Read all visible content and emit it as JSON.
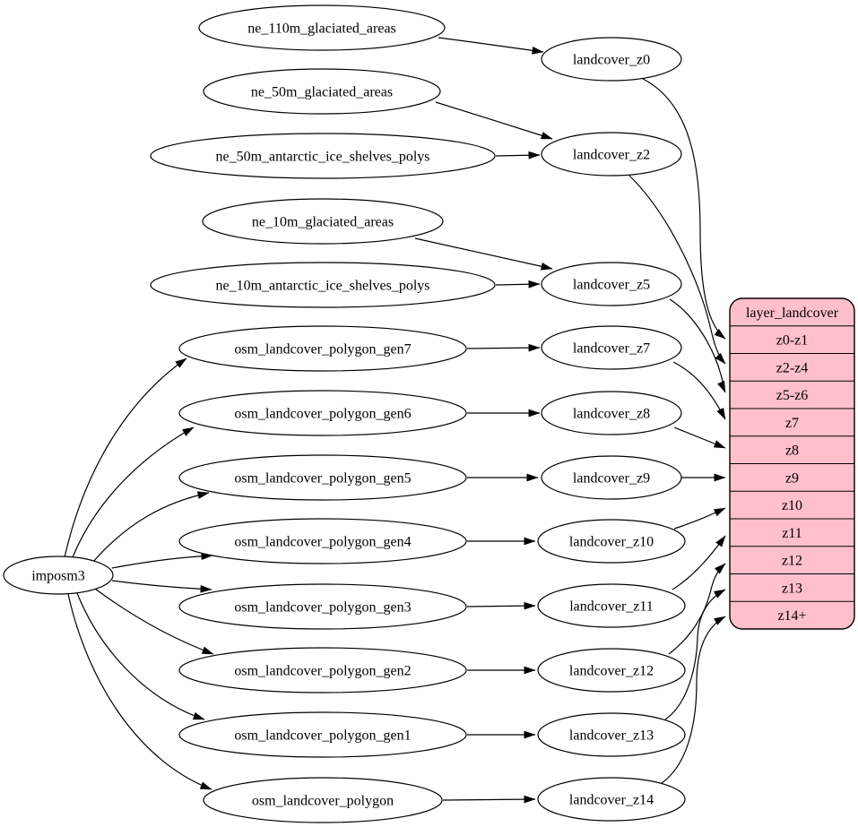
{
  "diagram": {
    "kind": "dependency-graph",
    "colors": {
      "record_fill": "#ffc0cb",
      "node_fill": "#ffffff",
      "stroke": "#000000",
      "text": "#000000"
    },
    "nodes": {
      "importer": {
        "label": "imposm3"
      },
      "sources": [
        {
          "label": "ne_110m_glaciated_areas"
        },
        {
          "label": "ne_50m_glaciated_areas"
        },
        {
          "label": "ne_50m_antarctic_ice_shelves_polys"
        },
        {
          "label": "ne_10m_glaciated_areas"
        },
        {
          "label": "ne_10m_antarctic_ice_shelves_polys"
        },
        {
          "label": "osm_landcover_polygon_gen7"
        },
        {
          "label": "osm_landcover_polygon_gen6"
        },
        {
          "label": "osm_landcover_polygon_gen5"
        },
        {
          "label": "osm_landcover_polygon_gen4"
        },
        {
          "label": "osm_landcover_polygon_gen3"
        },
        {
          "label": "osm_landcover_polygon_gen2"
        },
        {
          "label": "osm_landcover_polygon_gen1"
        },
        {
          "label": "osm_landcover_polygon"
        }
      ],
      "zoom_views": [
        {
          "label": "landcover_z0"
        },
        {
          "label": "landcover_z2"
        },
        {
          "label": "landcover_z5"
        },
        {
          "label": "landcover_z7"
        },
        {
          "label": "landcover_z8"
        },
        {
          "label": "landcover_z9"
        },
        {
          "label": "landcover_z10"
        },
        {
          "label": "landcover_z11"
        },
        {
          "label": "landcover_z12"
        },
        {
          "label": "landcover_z13"
        },
        {
          "label": "landcover_z14"
        }
      ]
    },
    "table": {
      "title": "layer_landcover",
      "rows": [
        "z0-z1",
        "z2-z4",
        "z5-z6",
        "z7",
        "z8",
        "z9",
        "z10",
        "z11",
        "z12",
        "z13",
        "z14+"
      ]
    },
    "edges": [
      {
        "from": "imposm3",
        "to": "osm_landcover_polygon_gen7"
      },
      {
        "from": "imposm3",
        "to": "osm_landcover_polygon_gen6"
      },
      {
        "from": "imposm3",
        "to": "osm_landcover_polygon_gen5"
      },
      {
        "from": "imposm3",
        "to": "osm_landcover_polygon_gen4"
      },
      {
        "from": "imposm3",
        "to": "osm_landcover_polygon_gen3"
      },
      {
        "from": "imposm3",
        "to": "osm_landcover_polygon_gen2"
      },
      {
        "from": "imposm3",
        "to": "osm_landcover_polygon_gen1"
      },
      {
        "from": "imposm3",
        "to": "osm_landcover_polygon"
      },
      {
        "from": "ne_110m_glaciated_areas",
        "to": "landcover_z0"
      },
      {
        "from": "ne_50m_glaciated_areas",
        "to": "landcover_z2"
      },
      {
        "from": "ne_50m_antarctic_ice_shelves_polys",
        "to": "landcover_z2"
      },
      {
        "from": "ne_10m_glaciated_areas",
        "to": "landcover_z5"
      },
      {
        "from": "ne_10m_antarctic_ice_shelves_polys",
        "to": "landcover_z5"
      },
      {
        "from": "osm_landcover_polygon_gen7",
        "to": "landcover_z7"
      },
      {
        "from": "osm_landcover_polygon_gen6",
        "to": "landcover_z8"
      },
      {
        "from": "osm_landcover_polygon_gen5",
        "to": "landcover_z9"
      },
      {
        "from": "osm_landcover_polygon_gen4",
        "to": "landcover_z10"
      },
      {
        "from": "osm_landcover_polygon_gen3",
        "to": "landcover_z11"
      },
      {
        "from": "osm_landcover_polygon_gen2",
        "to": "landcover_z12"
      },
      {
        "from": "osm_landcover_polygon_gen1",
        "to": "landcover_z13"
      },
      {
        "from": "osm_landcover_polygon",
        "to": "landcover_z14"
      },
      {
        "from": "landcover_z0",
        "to": "layer_landcover:z0-z1"
      },
      {
        "from": "landcover_z2",
        "to": "layer_landcover:z2-z4"
      },
      {
        "from": "landcover_z5",
        "to": "layer_landcover:z5-z6"
      },
      {
        "from": "landcover_z7",
        "to": "layer_landcover:z7"
      },
      {
        "from": "landcover_z8",
        "to": "layer_landcover:z8"
      },
      {
        "from": "landcover_z9",
        "to": "layer_landcover:z9"
      },
      {
        "from": "landcover_z10",
        "to": "layer_landcover:z10"
      },
      {
        "from": "landcover_z11",
        "to": "layer_landcover:z11"
      },
      {
        "from": "landcover_z12",
        "to": "layer_landcover:z12"
      },
      {
        "from": "landcover_z13",
        "to": "layer_landcover:z13"
      },
      {
        "from": "landcover_z14",
        "to": "layer_landcover:z14+"
      }
    ]
  }
}
